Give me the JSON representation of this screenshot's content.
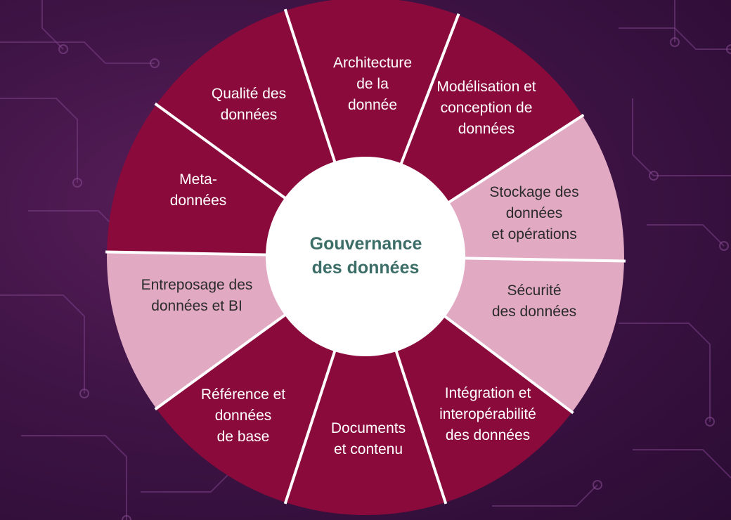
{
  "colors": {
    "segment_dark": "#8b0a3c",
    "segment_light": "#e1a9c2",
    "text_on_dark": "#ffffff",
    "text_on_light": "#2b2b2b",
    "divider": "#ffffff",
    "center_fill": "#ffffff",
    "center_text": "#3c6e67"
  },
  "center": {
    "line1": "Gouvernance",
    "line2": "des données"
  },
  "segments": [
    {
      "id": "architecture",
      "tone": "dark",
      "lines": [
        "Architecture",
        "de la",
        "donnée"
      ]
    },
    {
      "id": "modelisation",
      "tone": "dark",
      "lines": [
        "Modélisation et",
        "conception de",
        "données"
      ]
    },
    {
      "id": "stockage",
      "tone": "light",
      "lines": [
        "Stockage des",
        "données",
        "et opérations"
      ]
    },
    {
      "id": "securite",
      "tone": "light",
      "lines": [
        "Sécurité",
        "des données"
      ]
    },
    {
      "id": "integration",
      "tone": "dark",
      "lines": [
        "Intégration et",
        "interopérabilité",
        "des données"
      ]
    },
    {
      "id": "documents",
      "tone": "dark",
      "lines": [
        "Documents",
        "et contenu"
      ]
    },
    {
      "id": "reference",
      "tone": "dark",
      "lines": [
        "Référence et",
        "données",
        "de base"
      ]
    },
    {
      "id": "entreposage",
      "tone": "light",
      "lines": [
        "Entreposage des",
        "données et BI"
      ]
    },
    {
      "id": "metadonnees",
      "tone": "dark",
      "lines": [
        "Meta-",
        "données"
      ]
    },
    {
      "id": "qualite",
      "tone": "dark",
      "lines": [
        "Qualité des",
        "données"
      ]
    }
  ]
}
